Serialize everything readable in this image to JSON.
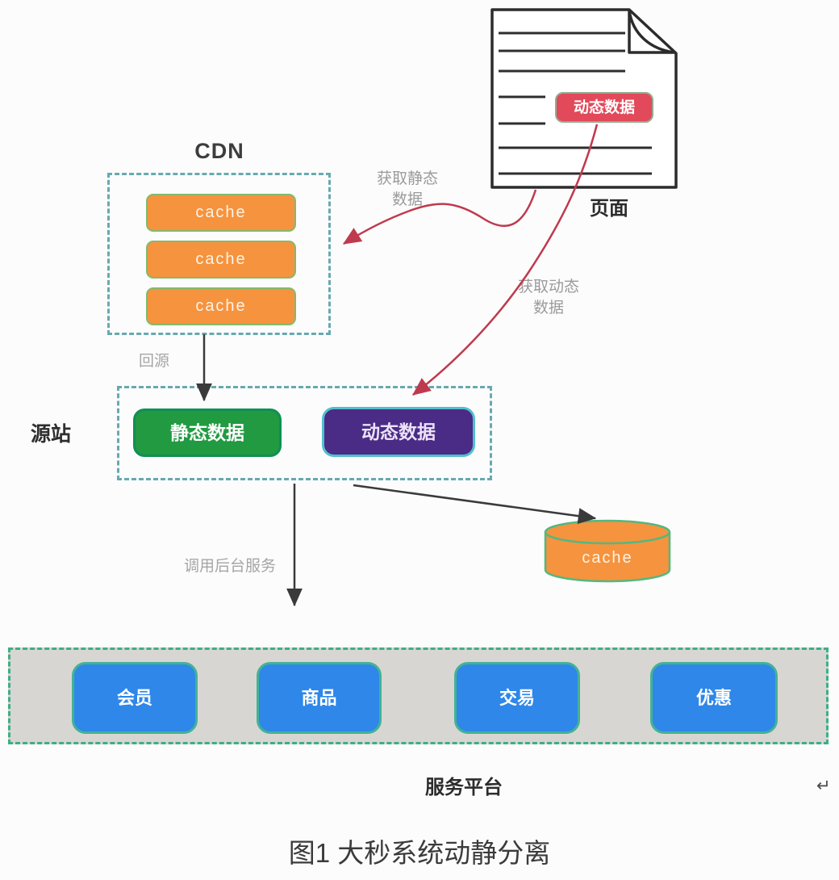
{
  "page_doc": {
    "label": "页面",
    "badge": "动态数据"
  },
  "cdn": {
    "label": "CDN",
    "nodes": [
      "cache",
      "cache",
      "cache"
    ]
  },
  "edges": {
    "get_static": "获取静态\n数据",
    "get_dynamic": "获取动态\n数据",
    "back_to_origin": "回源",
    "call_backend": "调用后台服务"
  },
  "origin": {
    "label": "源站",
    "static_box": "静态数据",
    "dynamic_box": "动态数据"
  },
  "cache_db": {
    "label": "cache"
  },
  "platform": {
    "label": "服务平台",
    "services": [
      "会员",
      "商品",
      "交易",
      "优惠"
    ]
  },
  "caption": "图1 大秒系统动静分离",
  "return_mark": "↵",
  "colors": {
    "teal_dash": "#68a9b0",
    "green_dash": "#3fae85",
    "orange": "#f6933e",
    "green": "#219a41",
    "purple": "#4a2b85",
    "blue": "#2e87e9",
    "badge_red": "#e2495a",
    "arrow_red": "#bf3a4e",
    "arrow_black": "#3a3a3a"
  }
}
